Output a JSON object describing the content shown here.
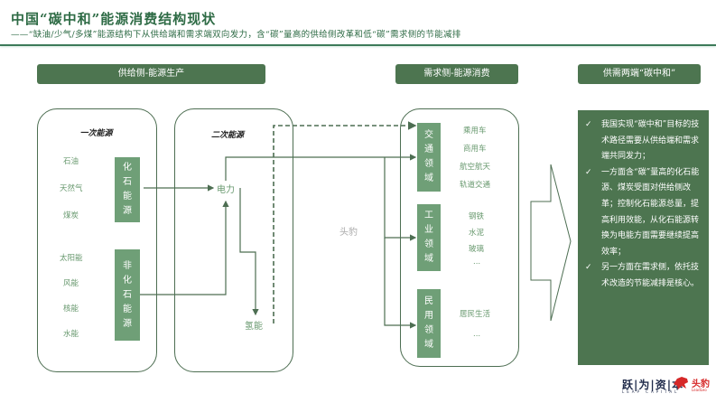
{
  "header": {
    "title": "中国“碳中和”能源消费结构现状",
    "subtitle": "——“缺油/少气/多煤”能源结构下从供给端和需求端双向发力，含“碳”量高的供给侧改革和低“碳”需求侧的节能减排"
  },
  "section_headers": {
    "supply": "供给侧-能源生产",
    "demand": "需求侧-能源消费",
    "both": "供需两端“碳中和”"
  },
  "primary_energy": {
    "title": "一次能源",
    "fossil_items": [
      "石油",
      "天然气",
      "煤炭"
    ],
    "fossil_label": [
      "化",
      "石",
      "能",
      "源"
    ],
    "nonfossil_items": [
      "太阳能",
      "风能",
      "核能",
      "水能"
    ],
    "nonfossil_label": [
      "非",
      "化",
      "石",
      "能",
      "源"
    ]
  },
  "secondary_energy": {
    "title": "二次能源",
    "electricity": "电力",
    "hydrogen": "氢能"
  },
  "demand": {
    "transport": {
      "label": [
        "交",
        "通",
        "领",
        "域"
      ],
      "items": [
        "乘用车",
        "商用车",
        "航空航天",
        "轨道交通"
      ]
    },
    "industry": {
      "label": [
        "工",
        "业",
        "领",
        "域"
      ],
      "items": [
        "钢铁",
        "水泥",
        "玻璃",
        "..."
      ]
    },
    "civil": {
      "label": [
        "民",
        "用",
        "领",
        "域"
      ],
      "items": [
        "居民生活",
        "..."
      ]
    }
  },
  "summary": {
    "check_icon": "✓",
    "points": [
      "我国实现“碳中和”目标的技术路径需要从供给端和需求端共同发力；",
      "一方面含“碳”量高的化石能源、煤炭受面对供给侧改革；控制化石能源总量，提高利用效能，从化石能源转换为电能方面需要继续提高效率；",
      "另一方面在需求侧，依托技术改造的节能减排是核心。"
    ]
  },
  "watermark": "头豹",
  "logos": {
    "left_main": "跃|为|资|本",
    "left_sub": "LEAP CAPITAL",
    "right_main": "头豹",
    "right_sub": "LeadLeo"
  },
  "colors": {
    "accent_dark": "#4d7550",
    "accent_light": "#6f9f77",
    "line": "#4d6e52",
    "label": "#6a9a70"
  }
}
